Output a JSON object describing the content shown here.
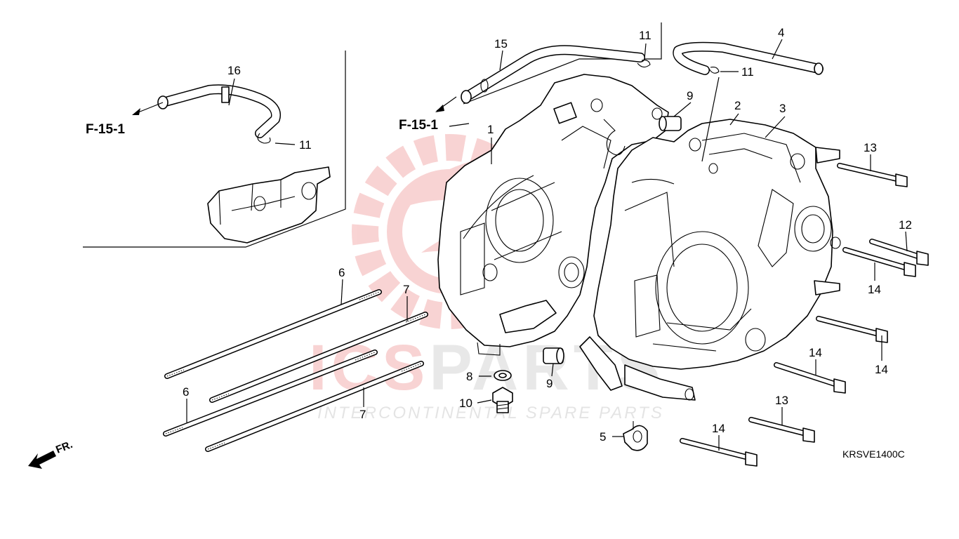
{
  "diagram": {
    "image_code": "KRSVE1400C",
    "direction_label": "FR.",
    "watermark": {
      "brand": "ICSPARTS",
      "brand_left": "ICS",
      "brand_right": "PARTS",
      "tagline": "INTERCONTINENTAL SPARE PARTS",
      "color": "#e23b3b"
    },
    "references": [
      {
        "id": "ref-top",
        "label": "F-15-1"
      },
      {
        "id": "ref-inset",
        "label": "F-15-1"
      }
    ],
    "callouts": [
      {
        "id": "c1",
        "label": "1"
      },
      {
        "id": "c2",
        "label": "2"
      },
      {
        "id": "c3",
        "label": "3"
      },
      {
        "id": "c4",
        "label": "4"
      },
      {
        "id": "c5",
        "label": "5"
      },
      {
        "id": "c6a",
        "label": "6"
      },
      {
        "id": "c6b",
        "label": "6"
      },
      {
        "id": "c7a",
        "label": "7"
      },
      {
        "id": "c7b",
        "label": "7"
      },
      {
        "id": "c8",
        "label": "8"
      },
      {
        "id": "c9a",
        "label": "9"
      },
      {
        "id": "c9b",
        "label": "9"
      },
      {
        "id": "c10",
        "label": "10"
      },
      {
        "id": "c11a",
        "label": "11"
      },
      {
        "id": "c11b",
        "label": "11"
      },
      {
        "id": "c11c",
        "label": "11"
      },
      {
        "id": "c12",
        "label": "12"
      },
      {
        "id": "c13a",
        "label": "13"
      },
      {
        "id": "c13b",
        "label": "13"
      },
      {
        "id": "c14a",
        "label": "14"
      },
      {
        "id": "c14b",
        "label": "14"
      },
      {
        "id": "c14c",
        "label": "14"
      },
      {
        "id": "c14d",
        "label": "14"
      },
      {
        "id": "c15",
        "label": "15"
      },
      {
        "id": "c16",
        "label": "16"
      }
    ]
  }
}
